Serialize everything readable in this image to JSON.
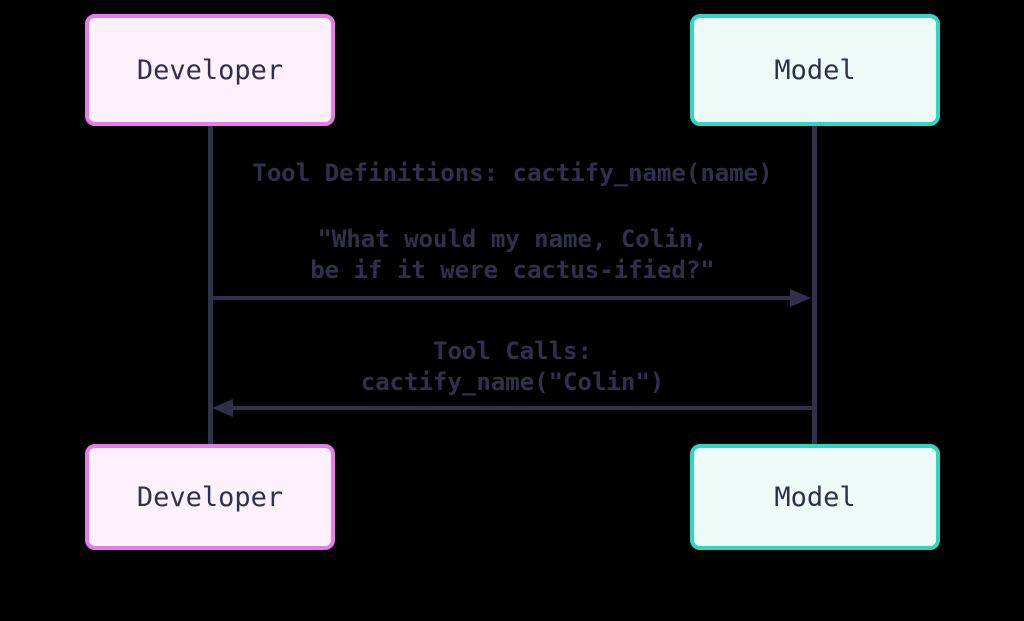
{
  "diagram": {
    "type": "sequence-diagram",
    "actors": {
      "developer": {
        "label": "Developer"
      },
      "model": {
        "label": "Model"
      }
    },
    "messages": {
      "tool_definitions": "Tool Definitions: cactify_name(name)",
      "user_question_line1": "\"What would my name, Colin,",
      "user_question_line2": "be if it were cactus-ified?\"",
      "tool_calls_line1": "Tool Calls:",
      "tool_calls_line2": "cactify_name(\"Colin\")"
    },
    "arrows": [
      {
        "from": "developer",
        "to": "model",
        "direction": "right"
      },
      {
        "from": "model",
        "to": "developer",
        "direction": "left"
      }
    ]
  },
  "colors": {
    "bg": "#000000",
    "ink": "#30304a",
    "pink_border": "#e77de9",
    "pink_fill": "#fdf1fd",
    "teal_border": "#2fd6c0",
    "teal_fill": "#eefbf8"
  }
}
